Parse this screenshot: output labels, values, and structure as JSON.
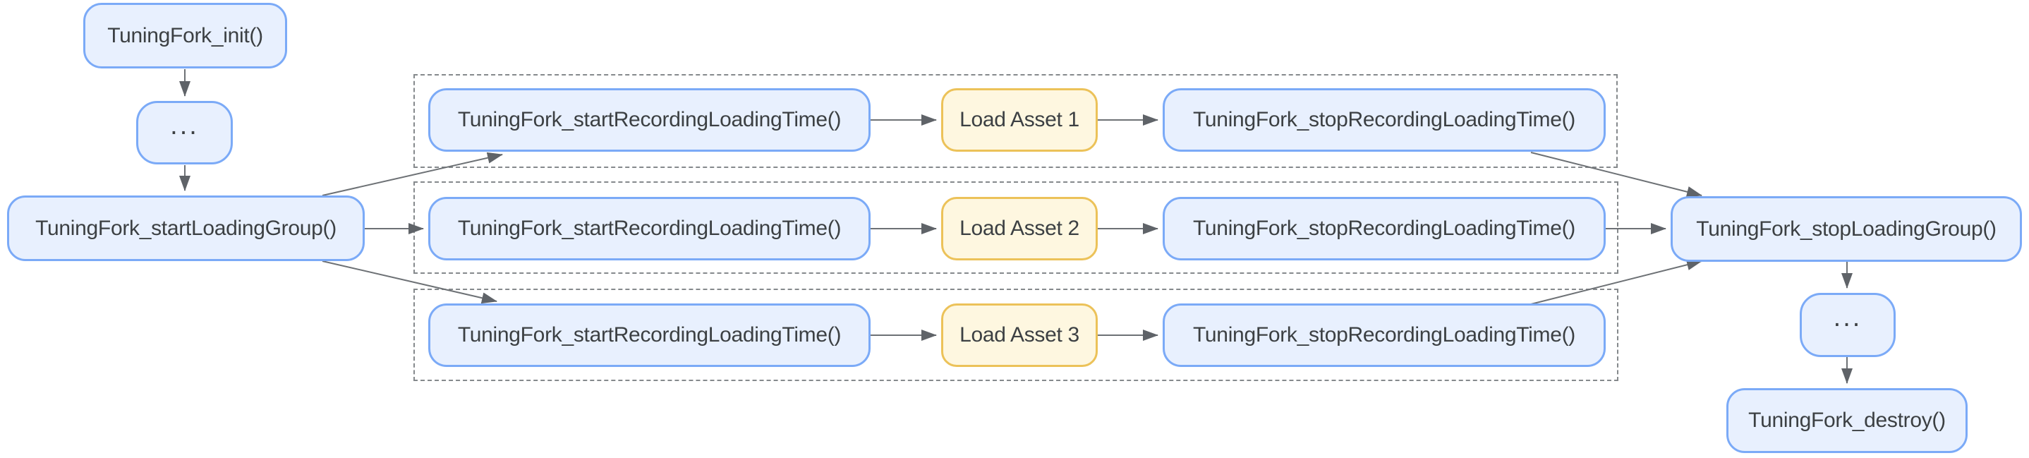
{
  "diagram": {
    "nodes": {
      "init": "TuningFork_init()",
      "ellipsis_top": "...",
      "start_loading_group": "TuningFork_startLoadingGroup()",
      "stop_loading_group": "TuningFork_stopLoadingGroup()",
      "ellipsis_bottom": "...",
      "destroy": "TuningFork_destroy()"
    },
    "rows": [
      {
        "start": "TuningFork_startRecordingLoadingTime()",
        "asset": "Load Asset 1",
        "stop": "TuningFork_stopRecordingLoadingTime()"
      },
      {
        "start": "TuningFork_startRecordingLoadingTime()",
        "asset": "Load Asset 2",
        "stop": "TuningFork_stopRecordingLoadingTime()"
      },
      {
        "start": "TuningFork_startRecordingLoadingTime()",
        "asset": "Load Asset 3",
        "stop": "TuningFork_stopRecordingLoadingTime()"
      }
    ],
    "colors": {
      "api_node_fill": "#e8f0fe",
      "api_node_border": "#7baaf7",
      "asset_node_fill": "#fef7e0",
      "asset_node_border": "#ecc259",
      "text": "#3c4043",
      "arrow": "#6d7175",
      "group_dashed_border": "#85898c",
      "background": "#ffffff"
    }
  }
}
